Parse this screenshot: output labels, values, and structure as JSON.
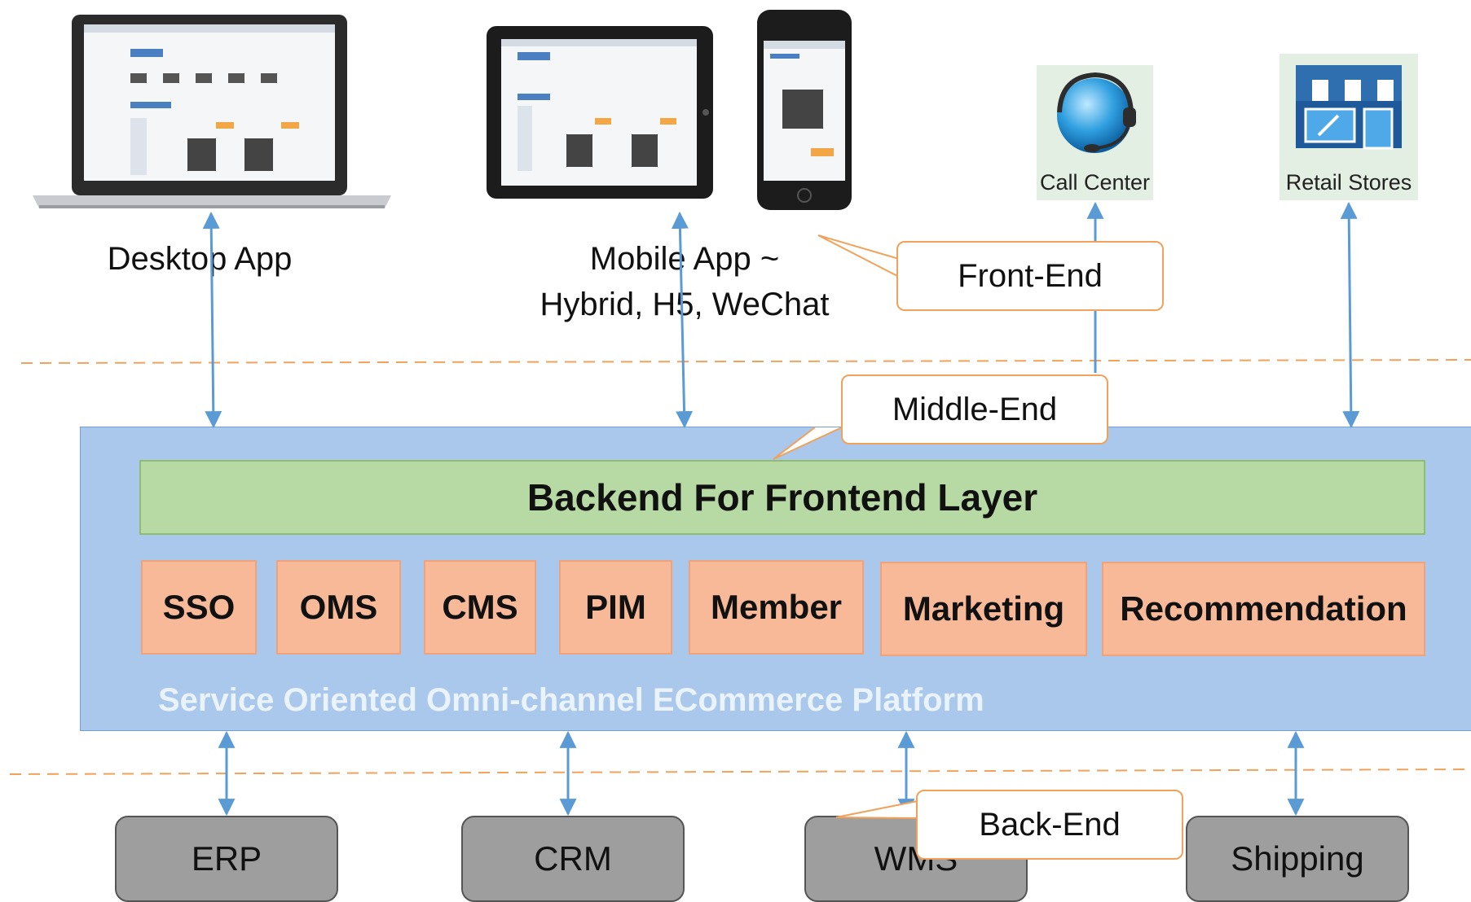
{
  "front_end": {
    "desktop_label": "Desktop App",
    "mobile_label_line1": "Mobile App ~",
    "mobile_label_line2": "Hybrid, H5, WeChat",
    "call_center_label": "Call Center",
    "retail_stores_label": "Retail Stores"
  },
  "callouts": {
    "front_end": "Front-End",
    "middle_end": "Middle-End",
    "back_end": "Back-End"
  },
  "platform": {
    "bff_layer": "Backend For Frontend Layer",
    "services": [
      "SSO",
      "OMS",
      "CMS",
      "PIM",
      "Member",
      "Marketing",
      "Recommendation"
    ],
    "name": "Service Oriented Omni-channel ECommerce Platform"
  },
  "back_end_systems": [
    "ERP",
    "CRM",
    "WMS",
    "Shipping"
  ],
  "colors": {
    "platform_bg": "#a9c8eb",
    "bff_bg": "#b7d9a3",
    "service_bg": "#f8b999",
    "system_bg": "#9e9e9e",
    "arrow": "#5b9bd5",
    "divider": "#f0a25a"
  }
}
